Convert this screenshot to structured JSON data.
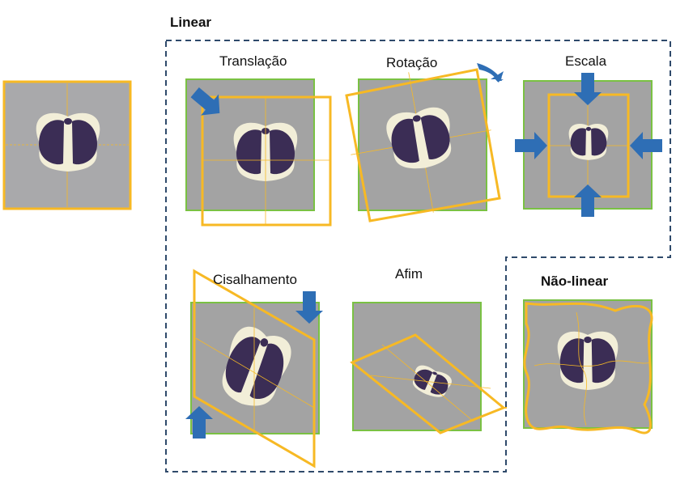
{
  "labels": {
    "linear": "Linear",
    "translation": "Translação",
    "rotation": "Rotação",
    "scale": "Escala",
    "shear": "Cisalhamento",
    "affine": "Afim",
    "nonlinear": "Não-linear"
  },
  "colors": {
    "image_bg": "#a9a9ab",
    "panel_gray": "#a3a3a3",
    "panel_border": "#7ac143",
    "frame_orange": "#f7b924",
    "body_cream": "#f2eed8",
    "lung": "#3b2d55",
    "arrow_blue": "#2e6eb5",
    "dashed_line": "#2f4a6b"
  },
  "icons": {
    "arrow": "arrow-icon",
    "rotate": "rotate-arrow-icon"
  }
}
